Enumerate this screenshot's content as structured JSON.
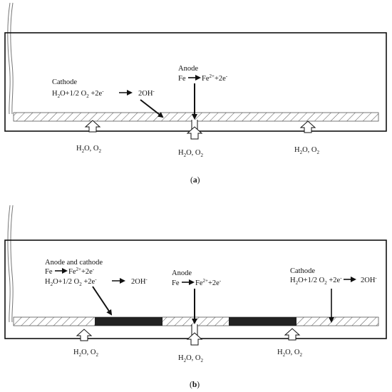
{
  "panel_a": {
    "caption_open": "(",
    "caption_letter": "a",
    "caption_close": ")",
    "cathode": {
      "label": "Cathode",
      "eq": {
        "a": "H",
        "a_sub": "2",
        "b": "O+1/2 O",
        "b_sub": "2",
        "c": " +2e",
        "c_sup": "-",
        "product": "2OH",
        "product_sup": "-"
      }
    },
    "anode": {
      "label": "Anode",
      "eq": {
        "a": "Fe",
        "b": "Fe",
        "b_sup": "2+",
        "c": "+2e",
        "c_sup": "-"
      }
    },
    "supply_left": {
      "a": "H",
      "a_sub": "2",
      "b": "O, O",
      "b_sub": "2"
    },
    "supply_mid": {
      "a": "H",
      "a_sub": "2",
      "b": "O, O",
      "b_sub": "2"
    },
    "supply_right": {
      "a": "H",
      "a_sub": "2",
      "b": "O, O",
      "b_sub": "2"
    }
  },
  "panel_b": {
    "caption_open": "(",
    "caption_letter": "b",
    "caption_close": ")",
    "mixed": {
      "label": "Anode and cathode",
      "eq1": {
        "a": "Fe",
        "b": "Fe",
        "b_sup": "2+",
        "c": "+2e",
        "c_sup": "-"
      },
      "eq2": {
        "a": "H",
        "a_sub": "2",
        "b": "O+1/2 O",
        "b_sub": "2",
        "c": " +2e",
        "c_sup": "-",
        "product": "2OH",
        "product_sup": "-"
      }
    },
    "anode": {
      "label": "Anode",
      "eq": {
        "a": "Fe",
        "b": "Fe",
        "b_sup": "2+",
        "c": "+2e",
        "c_sup": "-"
      }
    },
    "cathode": {
      "label": "Cathode",
      "eq": {
        "a": "H",
        "a_sub": "2",
        "b": "O+1/2 O",
        "b_sub": "2",
        "c": " +2e",
        "c_sup": "-",
        "product": "2OH",
        "product_sup": "-"
      }
    },
    "supply_left": {
      "a": "H",
      "a_sub": "2",
      "b": "O, O",
      "b_sub": "2"
    },
    "supply_mid": {
      "a": "H",
      "a_sub": "2",
      "b": "O, O",
      "b_sub": "2"
    },
    "supply_right": {
      "a": "H",
      "a_sub": "2",
      "b": "O, O",
      "b_sub": "2"
    }
  }
}
